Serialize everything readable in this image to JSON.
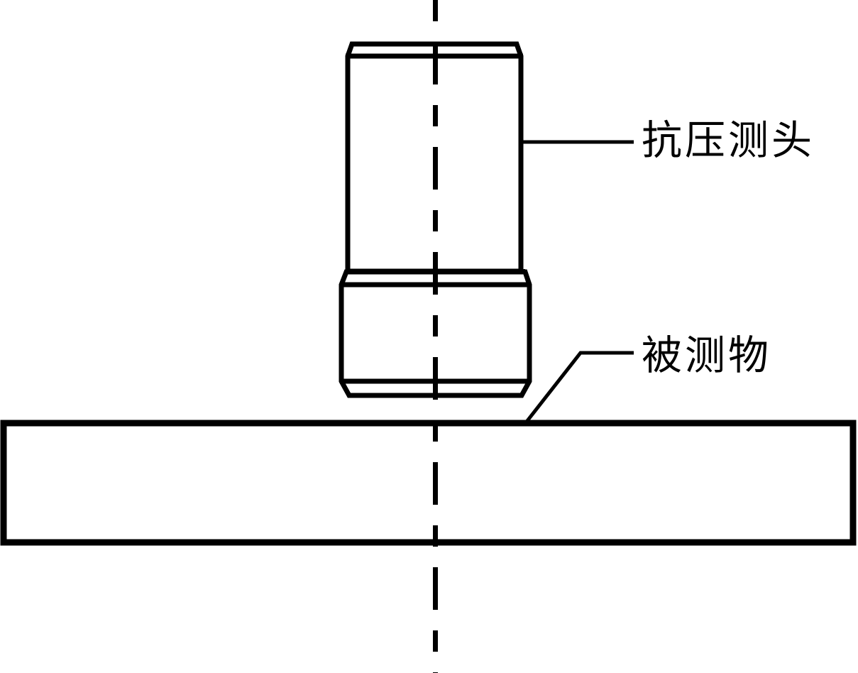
{
  "diagram": {
    "type": "technical-line-drawing",
    "background_color": "#ffffff",
    "line_color": "#000000",
    "labels": {
      "probe": "抗压测头",
      "object": "被测物"
    }
  }
}
